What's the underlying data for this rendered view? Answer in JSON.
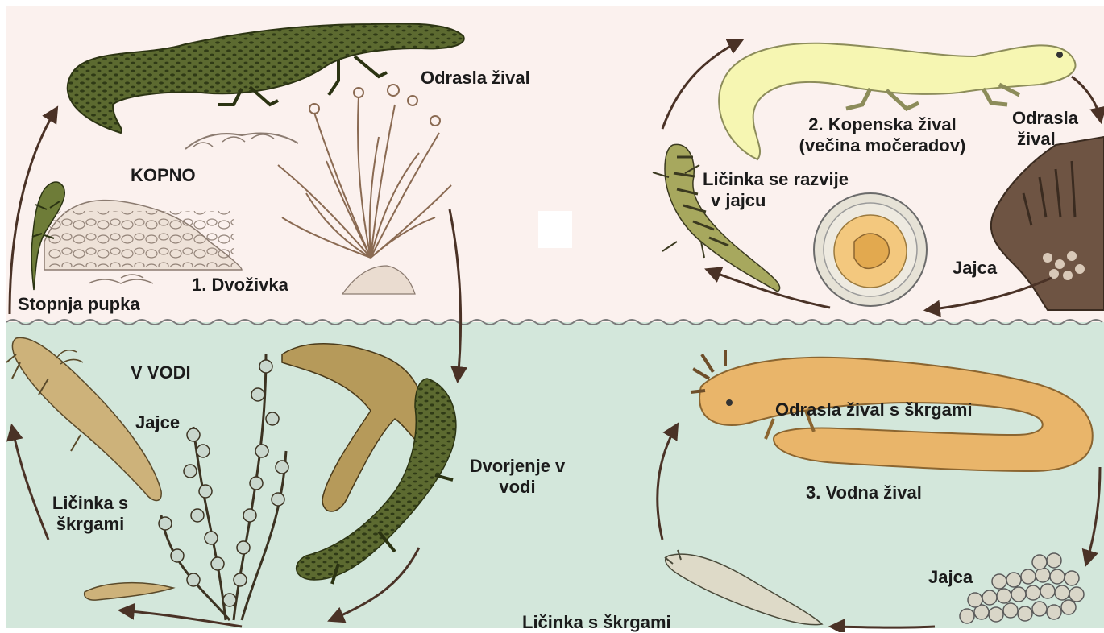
{
  "labels": {
    "kopno": "KOPNO",
    "v_vodi": "V VODI",
    "adult_amphibian": "Odrasla žival",
    "stage_bud": "Stopnja pupka",
    "amphibian_1": "1. Dvoživka",
    "egg_water": "Jajce",
    "larva_gills_left_1": "Ličinka s",
    "larva_gills_left_2": "škrgami",
    "courtship_1": "Dvorjenje v",
    "courtship_2": "vodi",
    "terrestrial_1": "2. Kopenska žival",
    "terrestrial_2": "(večina močeradov)",
    "adult_terrestrial_1": "Odrasla",
    "adult_terrestrial_2": "žival",
    "larva_in_egg_1": "Ličinka se razvije",
    "larva_in_egg_2": "v jajcu",
    "eggs_terrestrial": "Jajca",
    "adult_gills": "Odrasla žival s škrgami",
    "aquatic_3": "3. Vodna žival",
    "eggs_aquatic": "Jajca",
    "larva_gills_bottom": "Ličinka s škrgami"
  },
  "colors": {
    "land": "#fbf1ee",
    "water": "#d3e7db",
    "arrow": "#4a3226",
    "salamander_green": "#5c6a30",
    "salamander_yellow": "#f6f6b2",
    "salamander_orange": "#e9b56a"
  }
}
